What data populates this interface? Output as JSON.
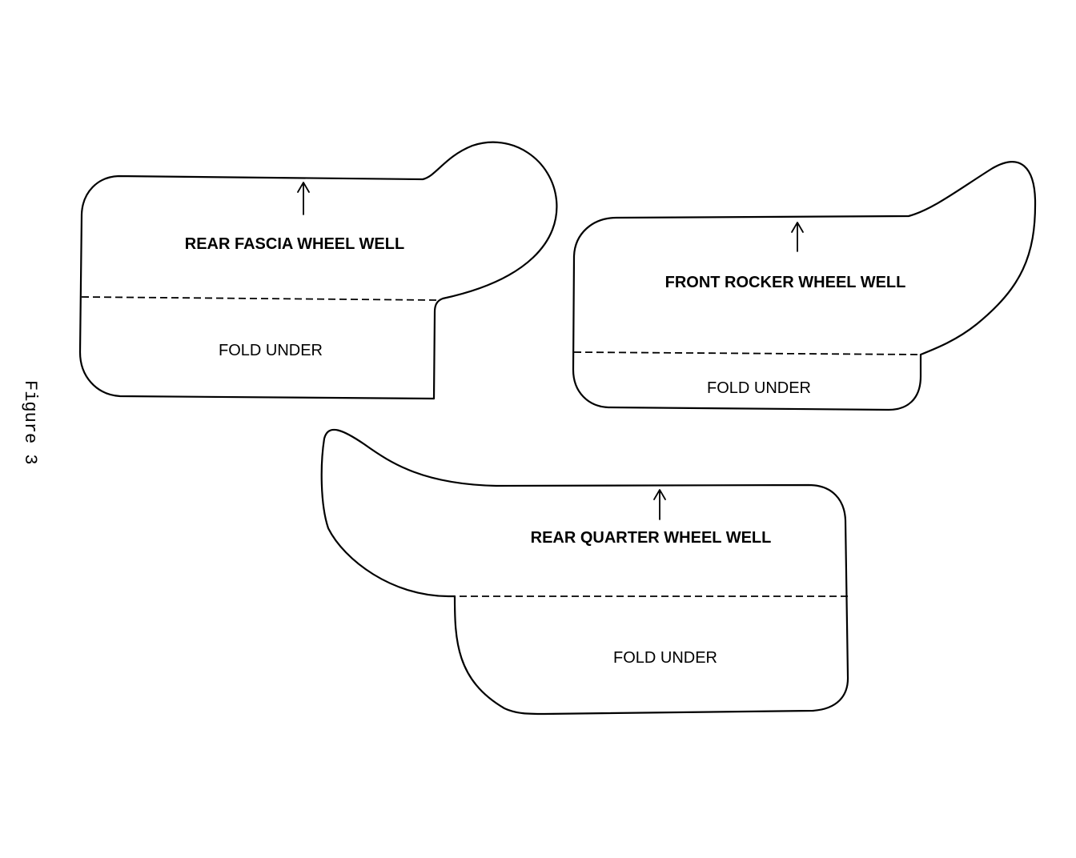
{
  "caption": "Figure 3",
  "pieces": [
    {
      "title": "REAR FASCIA WHEEL WELL",
      "fold_label": "FOLD UNDER"
    },
    {
      "title": "FRONT ROCKER WHEEL WELL",
      "fold_label": "FOLD UNDER"
    },
    {
      "title": "REAR QUARTER WHEEL WELL",
      "fold_label": "FOLD UNDER"
    }
  ]
}
